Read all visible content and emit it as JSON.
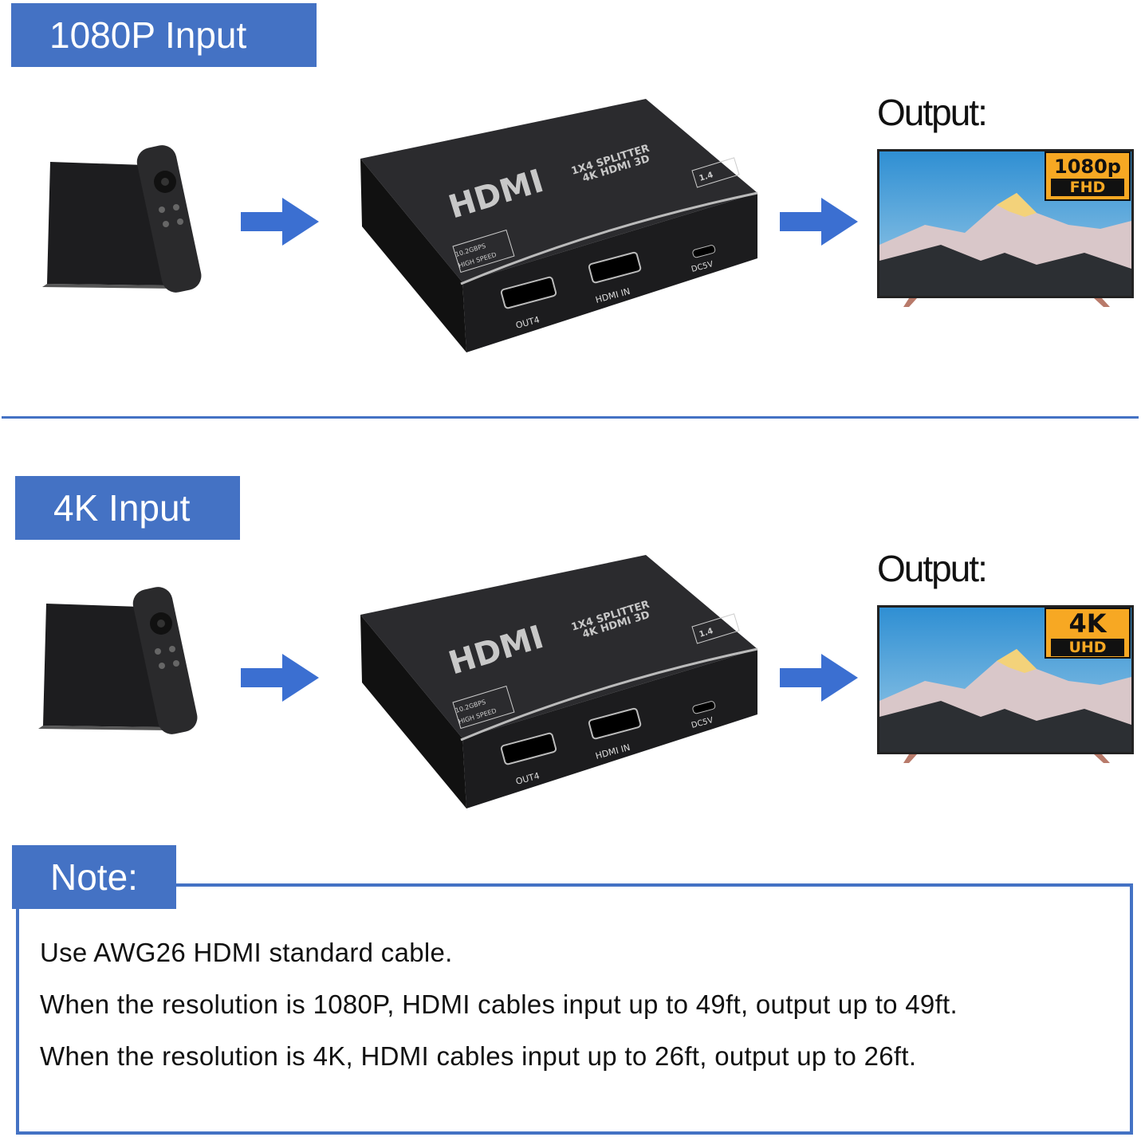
{
  "sections": [
    {
      "label": "1080P Input",
      "output_label": "Output:",
      "badge_top": "1080p",
      "badge_bottom": "FHD",
      "device": {
        "logo": "HDMI",
        "title1": "1X4 SPLITTER",
        "title2": "4K HDMI 3D",
        "ver": "1.4",
        "speed1": "10.2GBPS",
        "speed2": "HIGH SPEED",
        "port_out": "OUT4",
        "port_in": "HDMI IN",
        "port_dc": "DC5V"
      }
    },
    {
      "label": "4K Input",
      "output_label": "Output:",
      "badge_top": "4K",
      "badge_bottom": "UHD",
      "device": {
        "logo": "HDMI",
        "title1": "1X4 SPLITTER",
        "title2": "4K HDMI 3D",
        "ver": "1.4",
        "speed1": "10.2GBPS",
        "speed2": "HIGH SPEED",
        "port_out": "OUT4",
        "port_in": "HDMI IN",
        "port_dc": "DC5V"
      }
    }
  ],
  "note": {
    "title": "Note:",
    "lines": [
      "Use AWG26 HDMI standard cable.",
      "When the resolution is 1080P, HDMI cables input up to 49ft, output up to 49ft.",
      "When the resolution is 4K, HDMI cables input up to 26ft, output up to 26ft."
    ]
  },
  "colors": {
    "accent": "#4472c4",
    "badge": "#f7a823"
  }
}
